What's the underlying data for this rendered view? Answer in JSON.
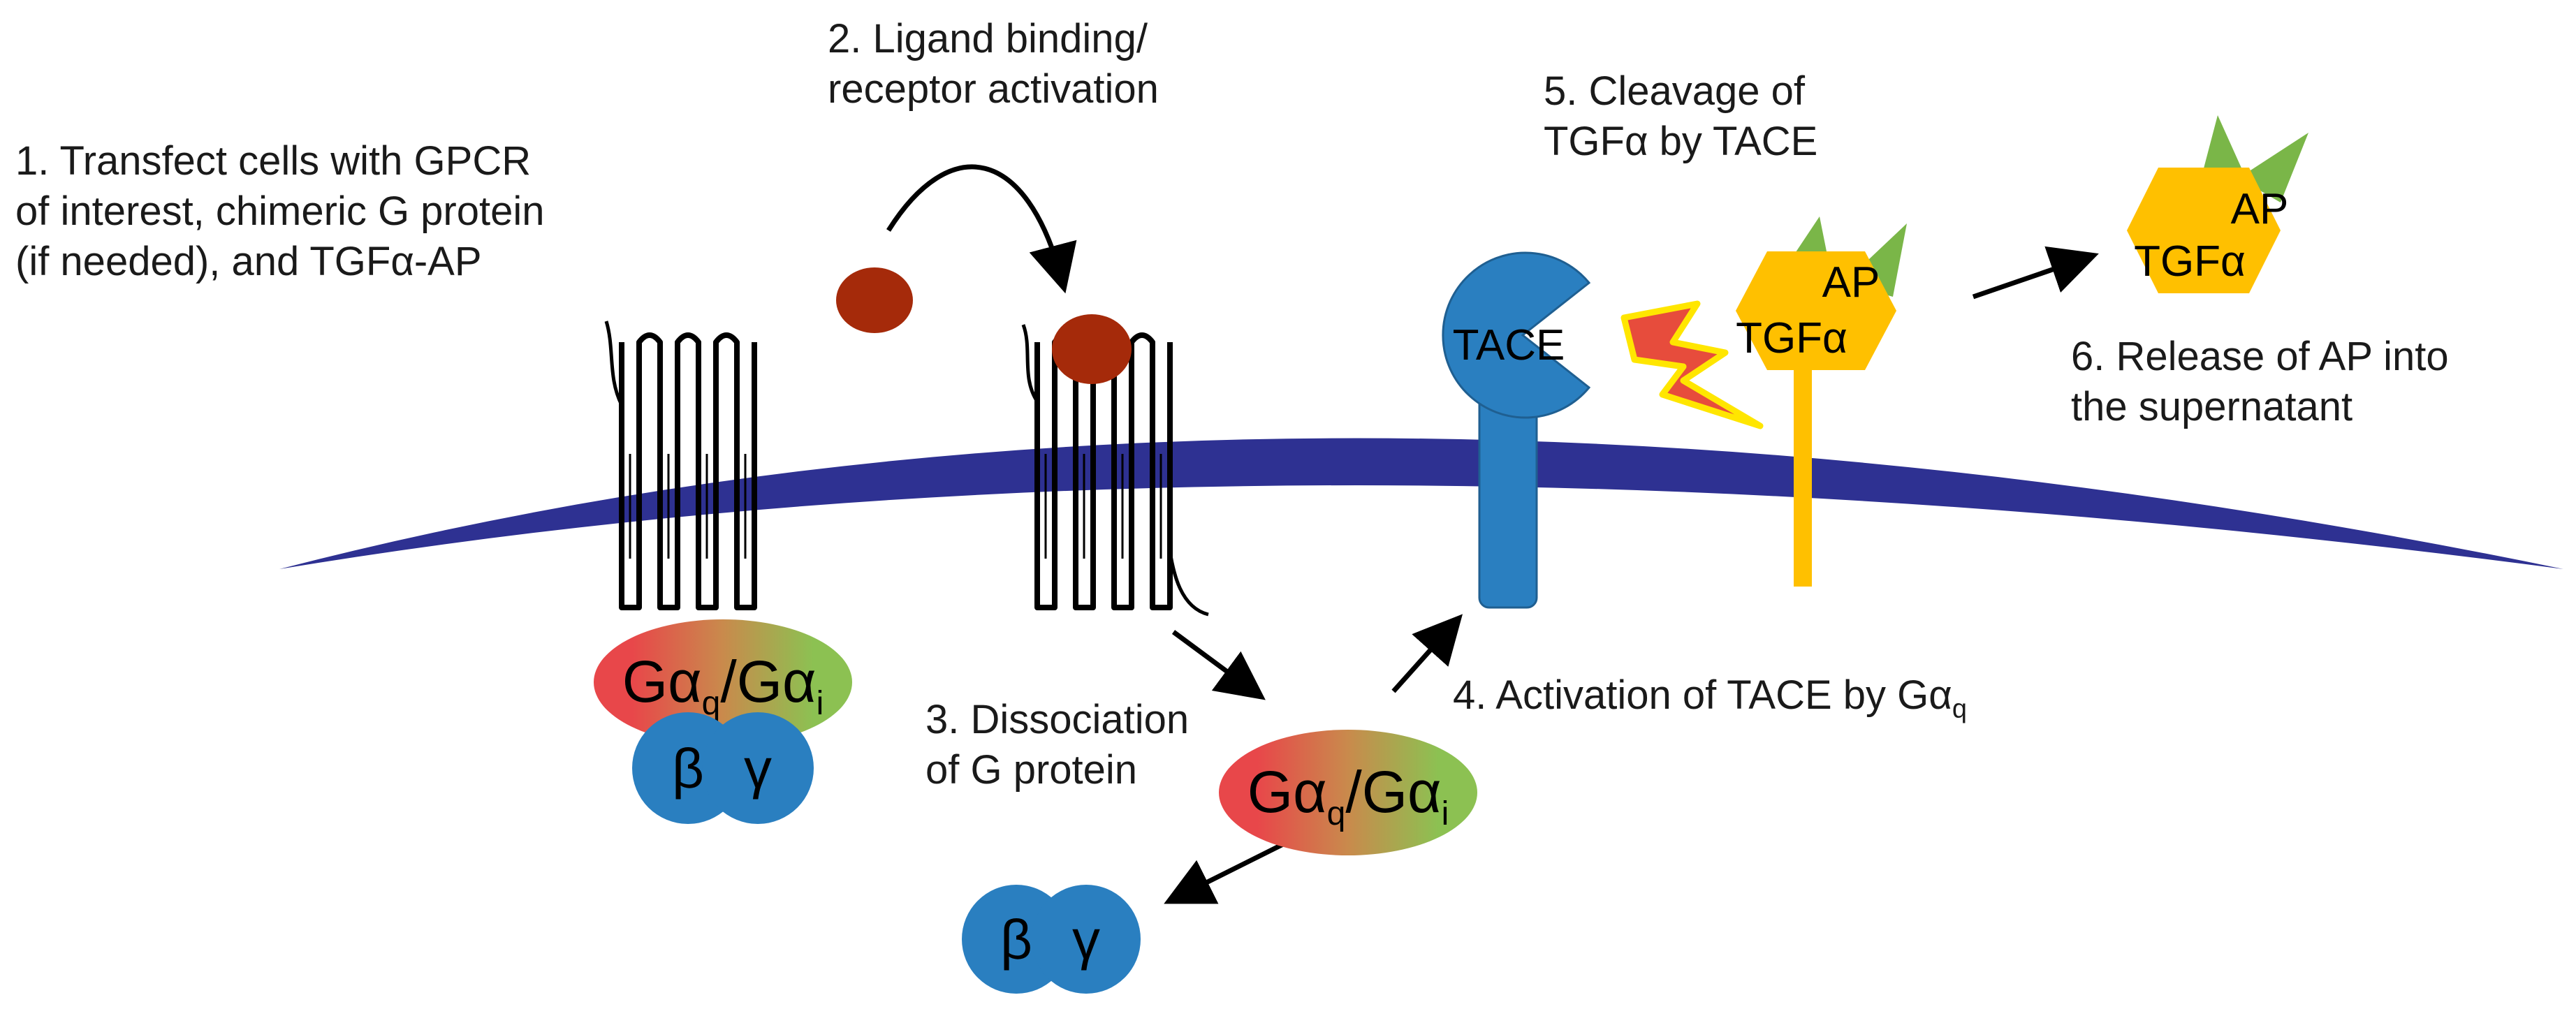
{
  "steps": {
    "step1": [
      "1. Transfect cells with GPCR",
      "of interest, chimeric G protein",
      "(if needed), and TGFα-AP"
    ],
    "step2": [
      "2. Ligand binding/",
      "receptor activation"
    ],
    "step3": [
      "3. Dissociation",
      "of G protein"
    ],
    "step4": {
      "text": "4. Activation of TACE by Gα",
      "sub": "q"
    },
    "step5": [
      "5. Cleavage of",
      "TGFα  by TACE"
    ],
    "step6": [
      "6. Release of AP into",
      "the supernatant"
    ]
  },
  "labels": {
    "g_alpha": "Gα",
    "sub_q": "q",
    "slash": "/",
    "sub_i": "i",
    "beta": "β",
    "gamma": "γ",
    "tace": "TACE",
    "ap": "AP",
    "tgfa": "TGFα"
  },
  "colors": {
    "membrane": "#2e3192",
    "receptor": "#000000",
    "ligand": "#a52a0a",
    "g_alpha_q": "#e8474a",
    "g_alpha_i": "#8cc152",
    "beta_gamma": "#2a7fc0",
    "tace": "#2a7fc0",
    "tgfa": "#ffc000",
    "ap": "#7ab648",
    "lightning": "#e74c3c",
    "lightning_outline": "#ffe600"
  }
}
